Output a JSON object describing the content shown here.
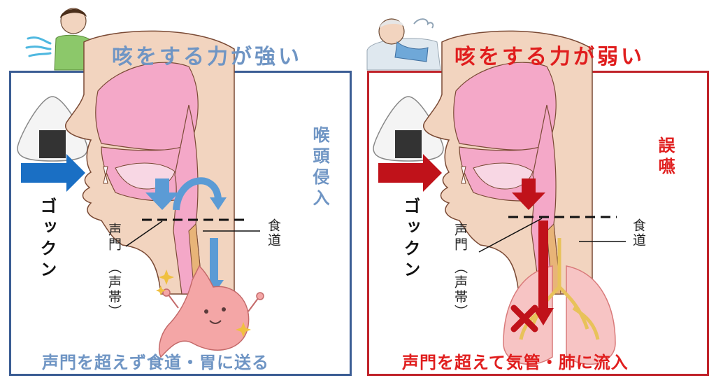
{
  "left": {
    "heading": "咳をする力が強い",
    "vertical_label": "喉頭侵入",
    "swallow": "ゴックン",
    "glottis": "声門",
    "vocal_cords": "（声帯）",
    "esophagus": "食道",
    "caption": "声門を超えず食道・胃に送る"
  },
  "right": {
    "heading": "咳をする力が弱い",
    "vertical_label": "誤嚥",
    "swallow": "ゴックン",
    "glottis": "声門",
    "vocal_cords": "（声帯）",
    "esophagus": "食道",
    "caption": "声門を超えて気管・肺に流入"
  },
  "colors": {
    "left_accent": "#6f95c4",
    "left_border": "#3b5d94",
    "right_accent": "#e01e1e",
    "right_border": "#c0232a",
    "blue_arrow": "#1a6fc4",
    "red_arrow": "#c0121a"
  }
}
